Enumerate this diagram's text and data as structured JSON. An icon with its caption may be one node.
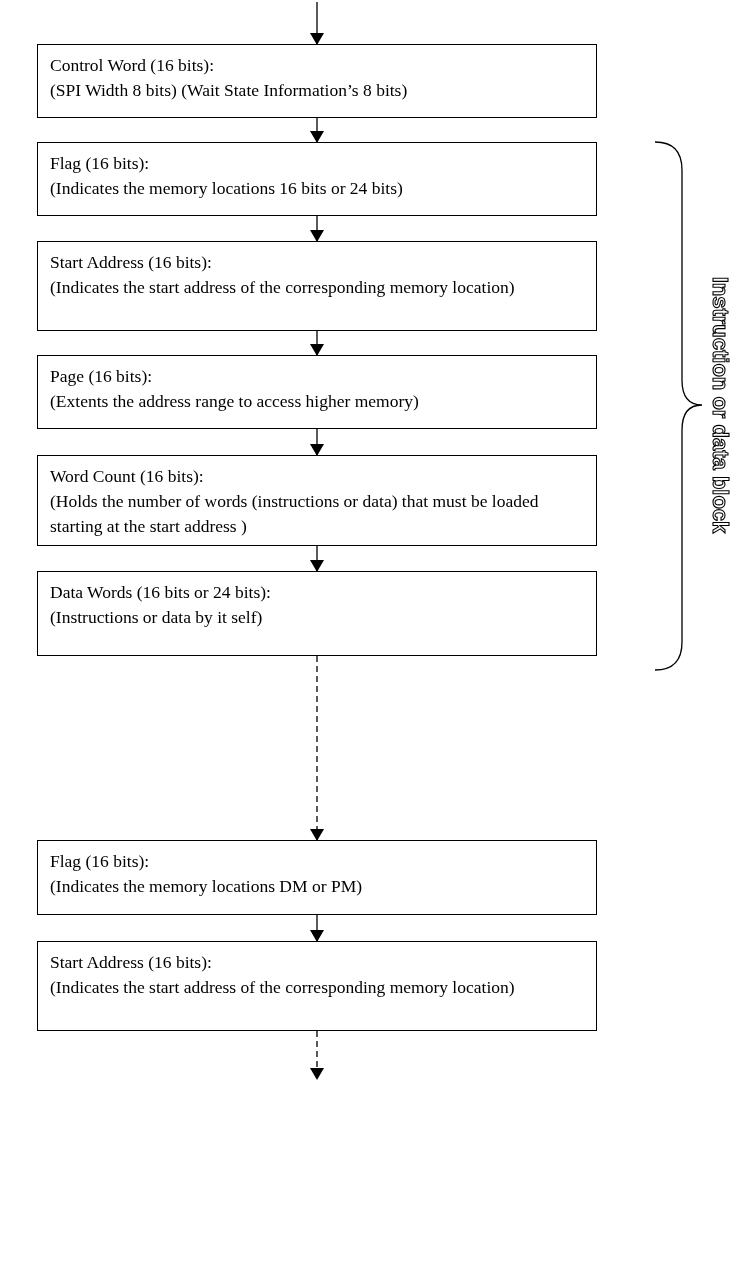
{
  "diagram": {
    "nodes": [
      {
        "text": [
          "Control Word (16 bits):",
          "(SPI Width 8 bits) (Wait State Information’s 8 bits)"
        ]
      },
      {
        "text": [
          "Flag (16 bits):",
          "(Indicates the memory locations 16 bits or 24 bits)"
        ]
      },
      {
        "text": [
          "Start Address (16 bits):",
          "(Indicates the start address of the corresponding memory location)"
        ]
      },
      {
        "text": [
          "Page (16 bits):",
          "(Extents the address range to access higher memory)"
        ]
      },
      {
        "text": [
          "Word Count (16 bits):",
          "(Holds the number of words (instructions or data) that must be loaded starting at the start address )"
        ]
      },
      {
        "text": [
          "Data Words (16 bits or 24 bits):",
          "(Instructions or data by it self)"
        ]
      },
      {
        "text": [
          "Flag (16 bits):",
          "(Indicates the memory locations DM or PM)"
        ]
      },
      {
        "text": [
          "Start Address (16 bits):",
          "(Indicates the start address of the corresponding memory location)"
        ]
      }
    ],
    "edges": [
      {
        "from": null,
        "to": 0,
        "arrow": "to"
      },
      {
        "from": 0,
        "to": 1,
        "arrow": "to"
      },
      {
        "from": 1,
        "to": 2,
        "arrow": "to"
      },
      {
        "from": 2,
        "to": 3,
        "arrow": "to"
      },
      {
        "from": 3,
        "to": 4,
        "arrow": "to"
      },
      {
        "from": 4,
        "to": 5,
        "arrow": "to"
      },
      {
        "from": 5,
        "to": 6,
        "arrow": "to",
        "style": "dashed"
      },
      {
        "from": 6,
        "to": 7,
        "arrow": "to"
      },
      {
        "from": 7,
        "to": null,
        "arrow": "to",
        "style": "dashed"
      }
    ],
    "labels": [
      "Instruction or data block"
    ]
  }
}
